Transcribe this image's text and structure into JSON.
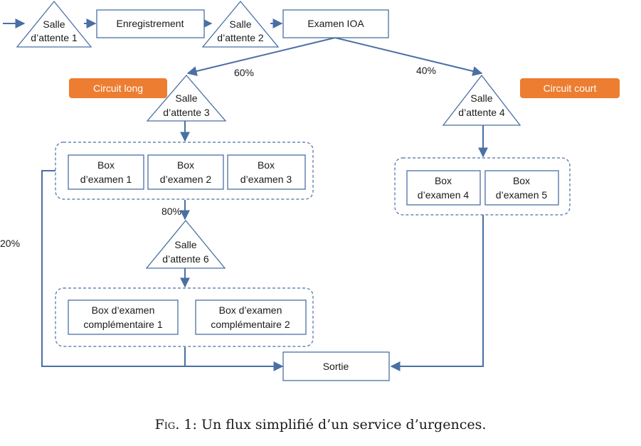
{
  "nodes": {
    "salle1": [
      "Salle",
      "d’attente 1"
    ],
    "enregistrement": "Enregistrement",
    "salle2": [
      "Salle",
      "d’attente 2"
    ],
    "examen_ioa": "Examen IOA",
    "salle3": [
      "Salle",
      "d’attente 3"
    ],
    "salle4": [
      "Salle",
      "d’attente 4"
    ],
    "box1": [
      "Box",
      "d’examen 1"
    ],
    "box2": [
      "Box",
      "d’examen 2"
    ],
    "box3": [
      "Box",
      "d’examen 3"
    ],
    "box4": [
      "Box",
      "d’examen 4"
    ],
    "box5": [
      "Box",
      "d’examen 5"
    ],
    "salle6": [
      "Salle",
      "d’attente 6"
    ],
    "comp1": [
      "Box d’examen",
      "complémentaire 1"
    ],
    "comp2": [
      "Box d’examen",
      "complémentaire 2"
    ],
    "sortie": "Sortie"
  },
  "tags": {
    "circuit_long": "Circuit long",
    "circuit_court": "Circuit court"
  },
  "percentages": {
    "to_long": "60%",
    "to_court": "40%",
    "to_salle6": "80%",
    "to_sortie": "20%"
  },
  "caption": {
    "prefix": "Fig. 1:",
    "text": "Un flux simplifié d’un service d’urgences."
  },
  "colors": {
    "line": "#4a6fa5",
    "tag_fill": "#ed7d31"
  }
}
